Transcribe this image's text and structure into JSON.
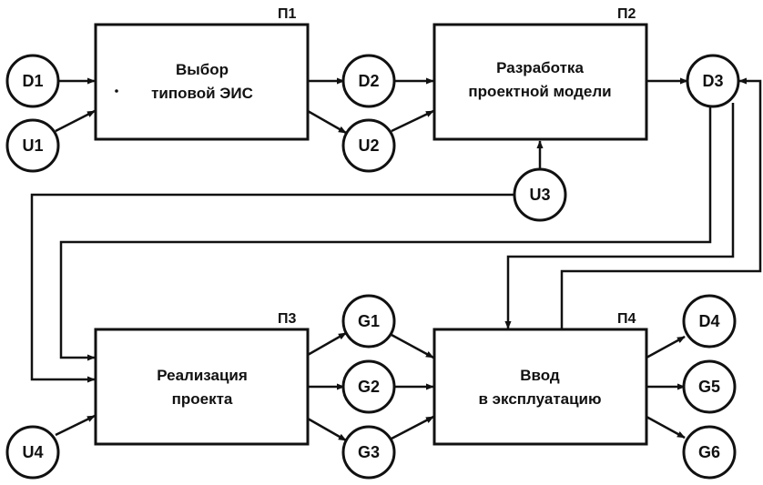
{
  "processes": [
    {
      "id": "П1",
      "lines": [
        "Выбор",
        "типовой ЭИС"
      ]
    },
    {
      "id": "П2",
      "lines": [
        "Разработка",
        "проектной модели"
      ]
    },
    {
      "id": "П3",
      "lines": [
        "Реализация",
        "проекта"
      ]
    },
    {
      "id": "П4",
      "lines": [
        "Ввод",
        "в эксплуатацию"
      ]
    }
  ],
  "nodes": {
    "D1": "D1",
    "U1": "U1",
    "D2": "D2",
    "U2": "U2",
    "D3": "D3",
    "U3": "U3",
    "U4": "U4",
    "G1": "G1",
    "G2": "G2",
    "G3": "G3",
    "D4": "D4",
    "G5": "G5",
    "G6": "G6"
  }
}
